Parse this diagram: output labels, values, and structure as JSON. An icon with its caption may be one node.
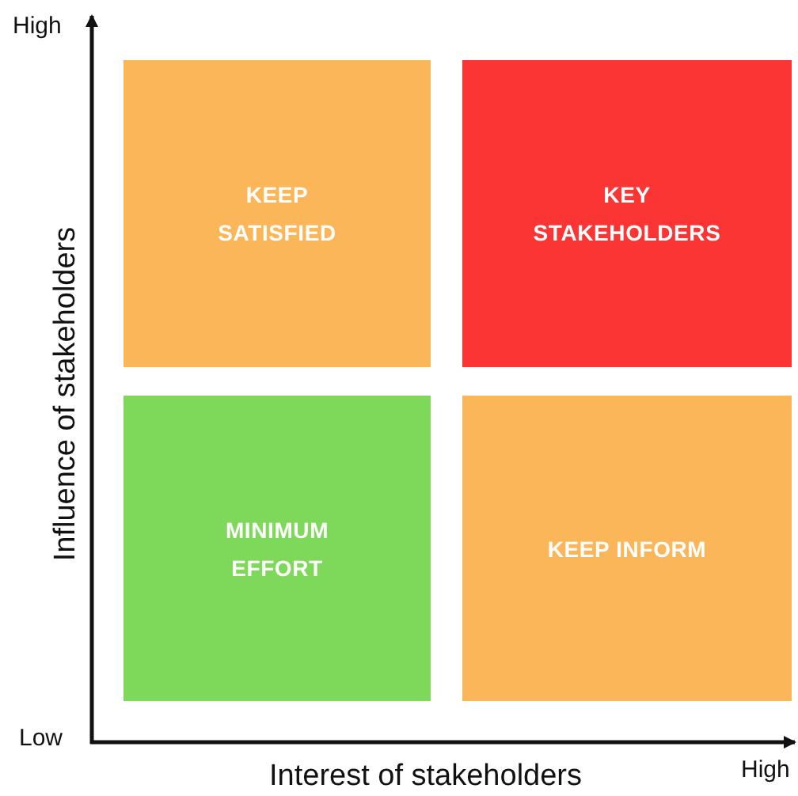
{
  "diagram": {
    "nodes": [
      {
        "text": [
          "KEEP SATISFIED"
        ]
      },
      {
        "text": [
          "KEY STAKEHOLDERS"
        ]
      },
      {
        "text": [
          "MINIMUM EFFORT"
        ]
      },
      {
        "text": [
          "KEEP INFORM"
        ]
      }
    ],
    "edges": [],
    "labels": [
      "High",
      "Influence of stakeholders",
      "Low",
      "Interest of stakeholders",
      "High"
    ]
  }
}
